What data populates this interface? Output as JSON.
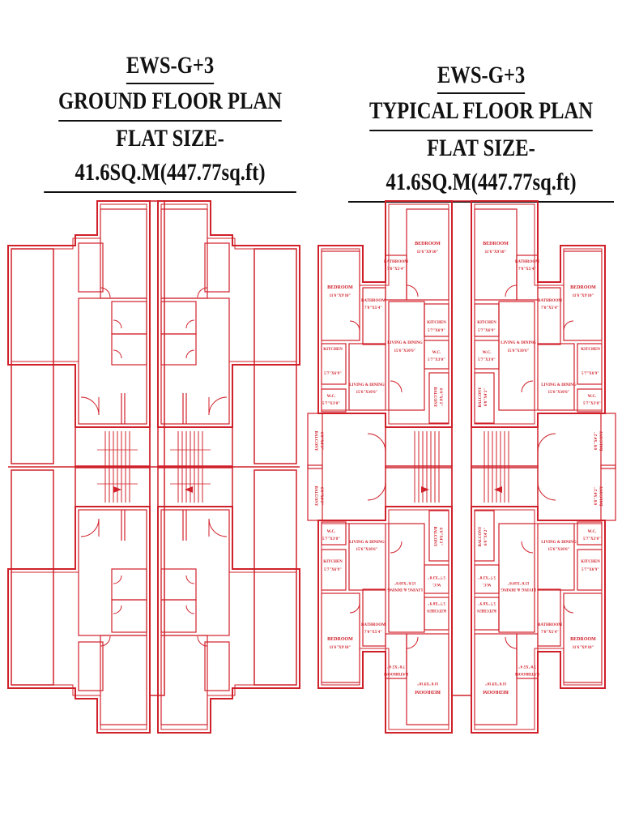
{
  "left_title": {
    "line1": "EWS-G+3",
    "line2": "GROUND FLOOR PLAN",
    "line3": "FLAT SIZE-41.6SQ.M(447.77sq.ft)"
  },
  "right_title": {
    "line1": "EWS-G+3",
    "line2": "TYPICAL FLOOR PLAN",
    "line3": "FLAT SIZE-41.6SQ.M(447.77sq.ft)"
  },
  "rooms": {
    "bedroom": "BEDROOM",
    "bedroom_size": "11'6\"X9'10\"",
    "bathroom": "BATHROOM",
    "bathroom_size": "7'0\"X5'4\"",
    "kitchen": "KITCHEN",
    "kitchen_size": "5'7\"X6'9\"",
    "living": "LIVING & DINING",
    "living_size": "15'6\"X10'6\"",
    "wc": "W.C.",
    "wc_size": "5'7\"X3'0\"",
    "balcony": "BALCONY",
    "balcony_size": "6'0\"X4'2\""
  },
  "colors": {
    "linework": "#d0202a",
    "text": "#111111"
  }
}
